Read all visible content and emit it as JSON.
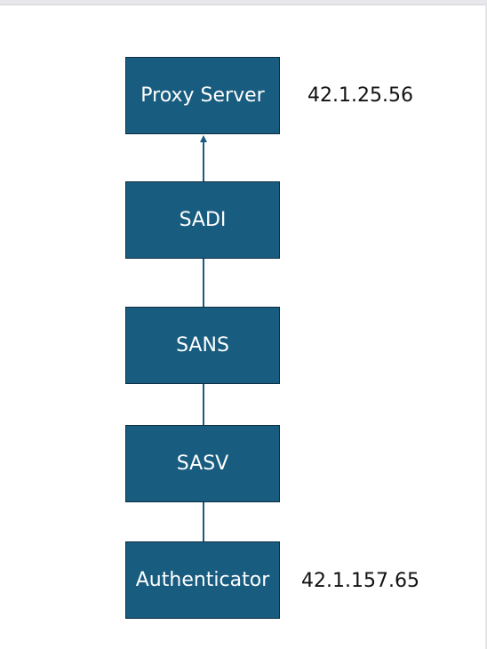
{
  "diagram": {
    "nodes": [
      {
        "id": "proxy",
        "label": "Proxy Server"
      },
      {
        "id": "sadi",
        "label": "SADI"
      },
      {
        "id": "sans",
        "label": "SANS"
      },
      {
        "id": "sasv",
        "label": "SASV"
      },
      {
        "id": "authenticator",
        "label": "Authenticator"
      }
    ],
    "annotations": {
      "proxy_ip": "42.1.25.56",
      "authenticator_ip": "42.1.157.65"
    },
    "edges": [
      {
        "from": "sadi",
        "to": "proxy",
        "arrow": true
      },
      {
        "from": "sans",
        "to": "sadi",
        "arrow": false
      },
      {
        "from": "sasv",
        "to": "sans",
        "arrow": false
      },
      {
        "from": "authenticator",
        "to": "sasv",
        "arrow": false
      }
    ],
    "colors": {
      "node_fill": "#185c7f",
      "node_border": "#0f2f44",
      "connector": "#185c7f",
      "node_text": "#ffffff",
      "annotation_text": "#111111"
    }
  }
}
